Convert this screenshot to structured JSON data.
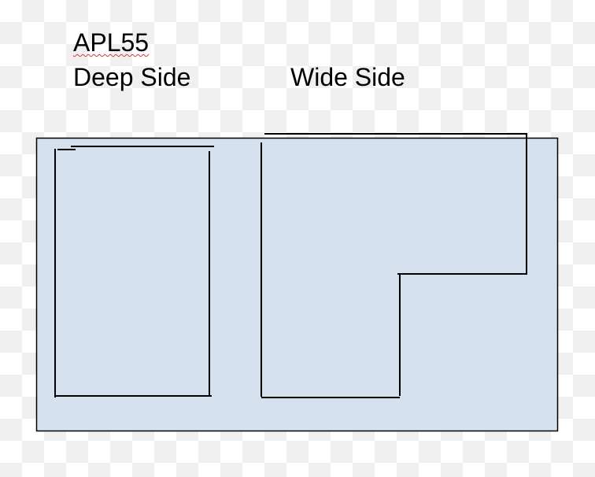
{
  "title": "APL55",
  "labels": {
    "deep_side": "Deep Side",
    "wide_side": "Wide Side"
  },
  "colors": {
    "panel_fill": "#d5e1ee",
    "line": "#000000",
    "spellcheck_underline": "#d43a3a"
  }
}
